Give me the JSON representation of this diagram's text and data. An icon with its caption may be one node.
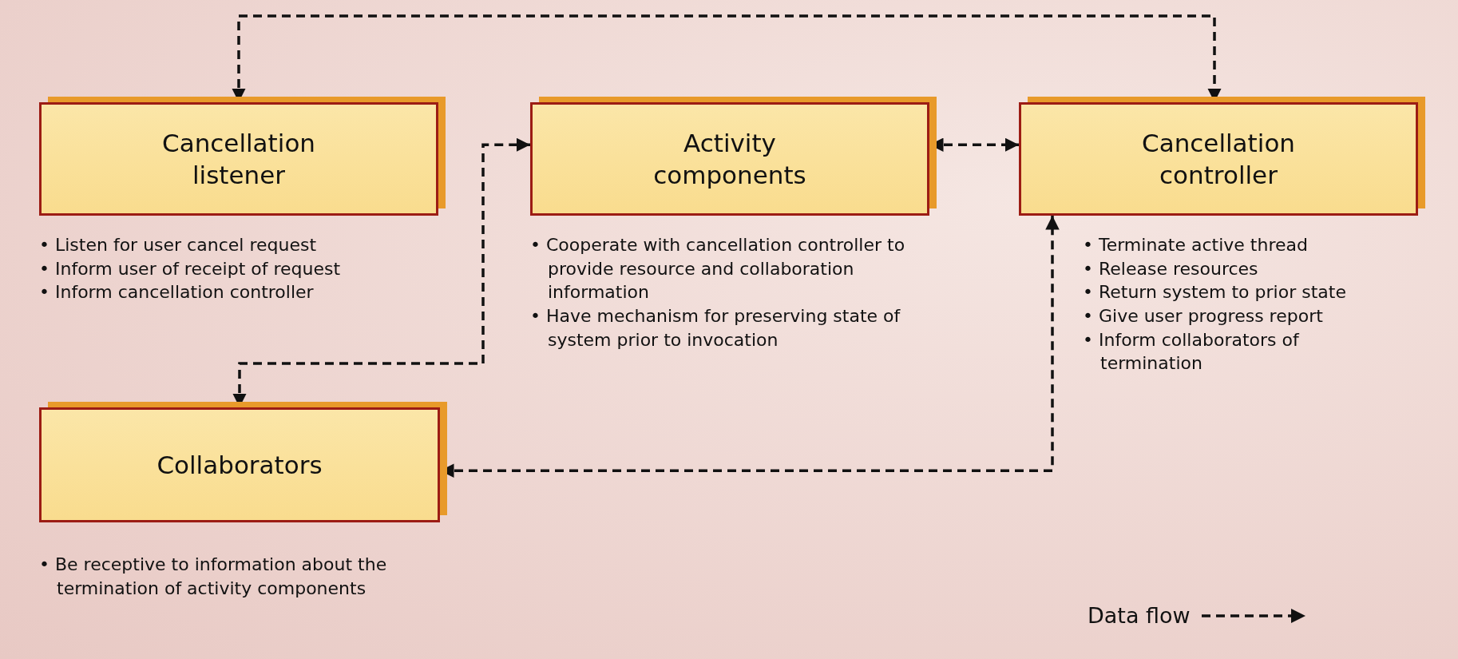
{
  "diagram": {
    "nodes": [
      {
        "text": [
          "Cancellation listener"
        ],
        "beside": [
          "• Listen for user cancel request",
          "• Inform user of receipt of request",
          "• Inform cancellation controller"
        ]
      },
      {
        "text": [
          "Activity components"
        ],
        "beside": [
          "• Cooperate with cancellation controller to provide resource and collaboration information",
          "• Have mechanism for preserving state of system prior to invocation"
        ]
      },
      {
        "text": [
          "Cancellation controller"
        ],
        "beside": [
          "• Terminate active thread",
          "• Release resources",
          "• Return system to prior state",
          "• Give user progress report",
          "• Inform collaborators of termination"
        ]
      },
      {
        "text": [
          "Collaborators"
        ],
        "beside": [
          "• Be receptive to information about the termination of activity components"
        ]
      }
    ],
    "edges": [
      {
        "from": 0,
        "to": 2,
        "arrow": "both",
        "style": "dashed"
      },
      {
        "from": 1,
        "to": 2,
        "arrow": "both",
        "style": "dashed"
      },
      {
        "from": 3,
        "to": 1,
        "arrow": "both",
        "style": "dashed"
      },
      {
        "from": 3,
        "to": 2,
        "arrow": "both",
        "style": "dashed"
      }
    ],
    "legend": [
      {
        "text": "Data flow"
      }
    ]
  }
}
